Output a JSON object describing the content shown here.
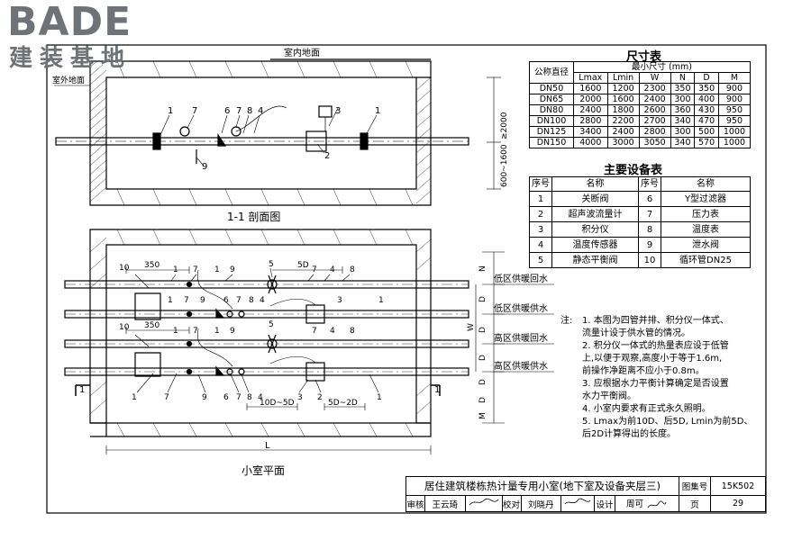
{
  "logo": {
    "word": "BADE",
    "subtitle": "建装基地"
  },
  "section": {
    "ground_indoor": "室内地面",
    "ground_outdoor": "室外地面",
    "title": "1-1 剖面图",
    "dim_2000": "≥2000",
    "dim_600_1600": "600~1600",
    "callouts": [
      "1",
      "7",
      "6",
      "7",
      "8",
      "4",
      "3",
      "1",
      "9",
      "2"
    ]
  },
  "plan": {
    "title": "小室平面",
    "dim_350_top": "350",
    "dim_350_mid": "350",
    "dim_5D": "5D",
    "dim_10D_5D": "10D~5D",
    "dim_5D_2D": "5D~2D",
    "dim_L": "L",
    "pipe_labels": [
      "低区供暖回水",
      "低区供暖供水",
      "高区供暖回水",
      "高区供暖供水"
    ],
    "right_dims": [
      "N",
      "D",
      "D",
      "W",
      "D",
      "D",
      "D",
      "M"
    ],
    "callouts_row1": [
      "10",
      "1",
      "7",
      "1",
      "9",
      "5",
      "7",
      "4",
      "8"
    ],
    "callouts_row2": [
      "1",
      "7",
      "9",
      "6",
      "7",
      "8",
      "4",
      "3",
      "1"
    ],
    "callouts_row3": [
      "10",
      "1",
      "7",
      "1",
      "9",
      "5",
      "7",
      "4",
      "8"
    ],
    "callouts_row4": [
      "1",
      "7",
      "9",
      "6",
      "7",
      "8",
      "4",
      "3",
      "2",
      "1"
    ],
    "section_mark": "1"
  },
  "size_table": {
    "title": "尺寸表",
    "col_dn": "公称直径",
    "col_group": "最小尺寸 (mm)",
    "cols": [
      "Lmax",
      "Lmin",
      "W",
      "N",
      "D",
      "M"
    ],
    "rows": [
      [
        "DN50",
        "1600",
        "1200",
        "2300",
        "350",
        "350",
        "900"
      ],
      [
        "DN65",
        "2000",
        "1600",
        "2400",
        "300",
        "400",
        "900"
      ],
      [
        "DN80",
        "2400",
        "1800",
        "2600",
        "360",
        "430",
        "950"
      ],
      [
        "DN100",
        "2800",
        "2200",
        "2700",
        "340",
        "470",
        "950"
      ],
      [
        "DN125",
        "3400",
        "2400",
        "2800",
        "300",
        "500",
        "1000"
      ],
      [
        "DN150",
        "4000",
        "3000",
        "3050",
        "340",
        "570",
        "1000"
      ]
    ]
  },
  "equipment_table": {
    "title": "主要设备表",
    "headers": [
      "序号",
      "名称",
      "序号",
      "名称"
    ],
    "rows": [
      [
        "1",
        "关断阀",
        "6",
        "Y型过滤器"
      ],
      [
        "2",
        "超声波流量计",
        "7",
        "压力表"
      ],
      [
        "3",
        "积分仪",
        "8",
        "温度表"
      ],
      [
        "4",
        "温度传感器",
        "9",
        "泄水阀"
      ],
      [
        "5",
        "静态平衡阀",
        "10",
        "循环管DN25"
      ]
    ]
  },
  "notes": {
    "label": "注:",
    "lines": [
      "1. 本图为四管并排、积分仪一体式、",
      "   流量计设于供水管的情况。",
      "2. 积分仪一体式的热量表应设于低管",
      "   上,以便于观察,高度小于等于1.6m,",
      "   前操作净距离不应小于0.8m。",
      "3. 应根据水力平衡计算确定是否设置",
      "   水力平衡阀。",
      "4. 小室内要求有正式永久照明。",
      "5. Lmax为前10D、后5D, Lmin为前5D、",
      "   后2D计算得出的长度。"
    ]
  },
  "title_block": {
    "drawing_title": "居住建筑楼栋热计量专用小室(地下室及设备夹层三)",
    "atlas_label": "图集号",
    "atlas_no": "15K502",
    "review_label": "审核",
    "review_name": "王云琦",
    "check_label": "校对",
    "check_name": "刘晓丹",
    "design_label": "设计",
    "design_name": "周可",
    "page_label": "页",
    "page_no": "29"
  },
  "colors": {
    "line": "#000000",
    "logo": "#6f7276"
  }
}
